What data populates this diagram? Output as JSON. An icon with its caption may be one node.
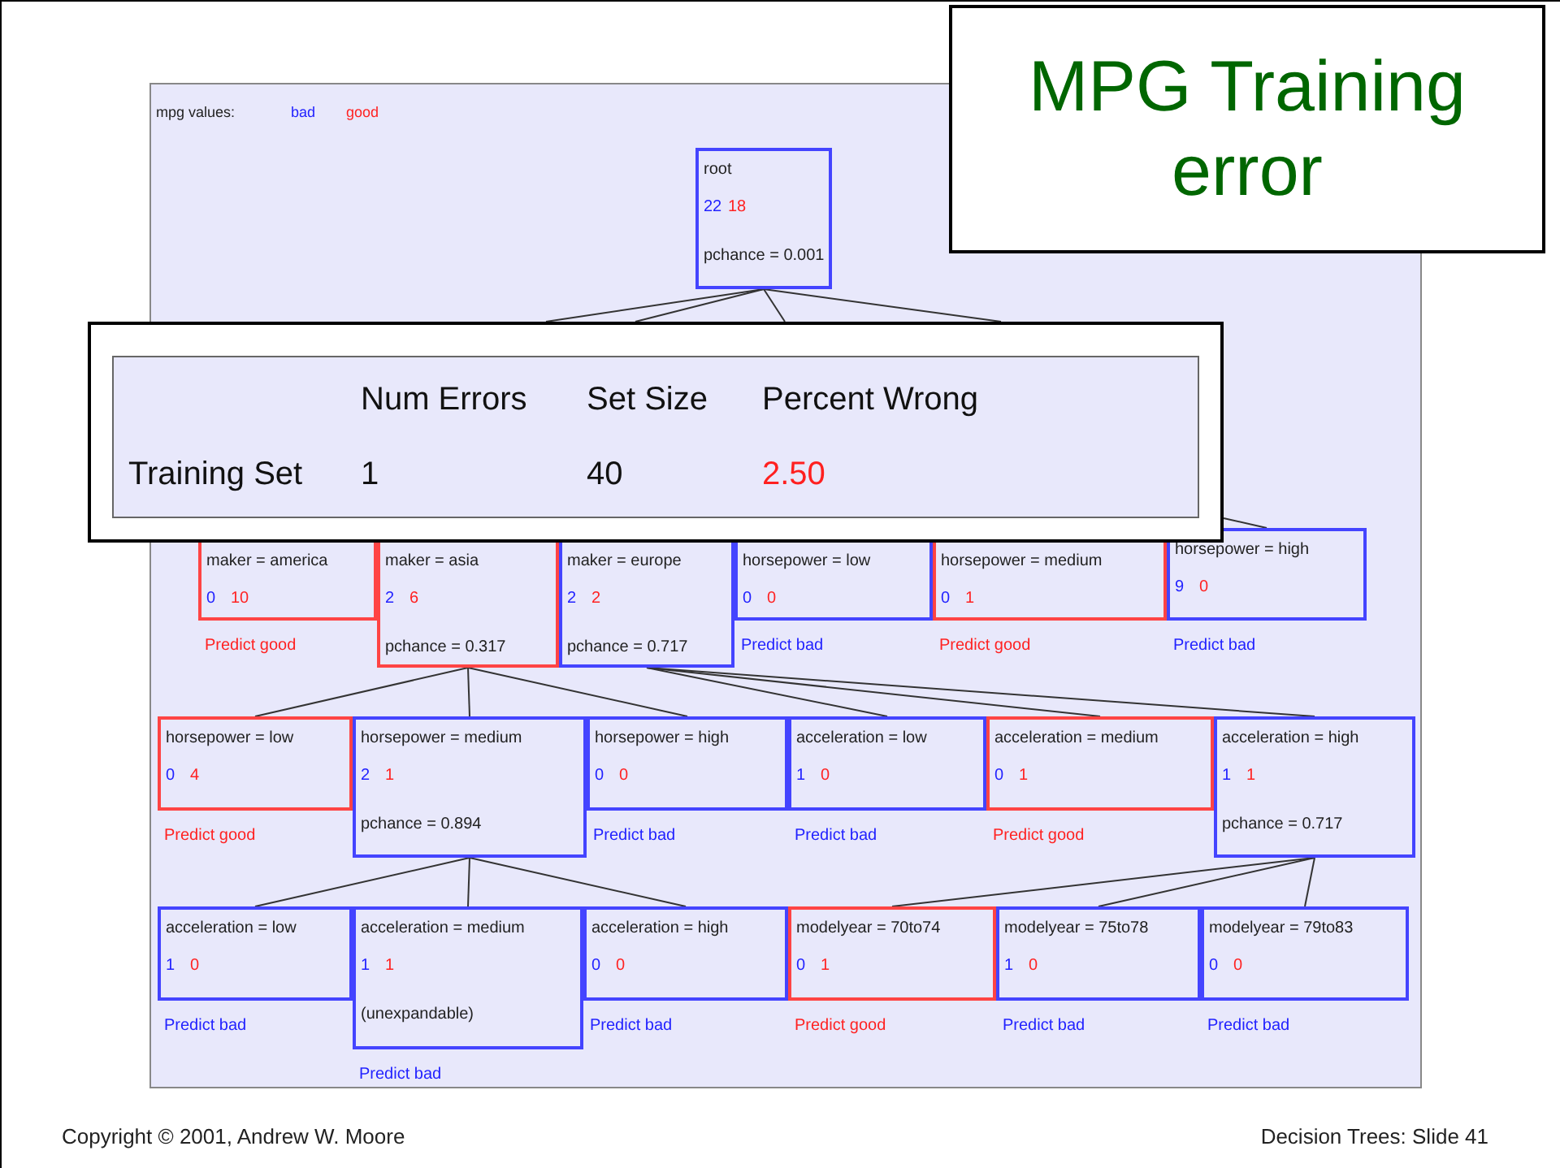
{
  "diagram": {
    "title": "MPG Training error",
    "nodes": [
      {
        "text": [
          "root",
          "22",
          "18",
          "pchance = 0.001"
        ]
      },
      {
        "text": [
          "maker = america",
          "0",
          "10"
        ],
        "beside": [
          "Predict good"
        ]
      },
      {
        "text": [
          "maker = asia",
          "2",
          "6",
          "pchance = 0.317"
        ]
      },
      {
        "text": [
          "maker = europe",
          "2",
          "2",
          "pchance = 0.717"
        ]
      },
      {
        "text": [
          "horsepower = low",
          "0",
          "0"
        ],
        "beside": [
          "Predict bad"
        ]
      },
      {
        "text": [
          "horsepower = medium",
          "0",
          "1"
        ],
        "beside": [
          "Predict good"
        ]
      },
      {
        "text": [
          "horsepower = high",
          "9",
          "0"
        ],
        "beside": [
          "Predict bad"
        ]
      },
      {
        "text": [
          "horsepower = low",
          "0",
          "4"
        ],
        "beside": [
          "Predict good"
        ]
      },
      {
        "text": [
          "horsepower = medium",
          "2",
          "1",
          "pchance = 0.894"
        ]
      },
      {
        "text": [
          "horsepower = high",
          "0",
          "0"
        ],
        "beside": [
          "Predict bad"
        ]
      },
      {
        "text": [
          "acceleration = low",
          "1",
          "0"
        ],
        "beside": [
          "Predict bad"
        ]
      },
      {
        "text": [
          "acceleration = medium",
          "0",
          "1"
        ],
        "beside": [
          "Predict good"
        ]
      },
      {
        "text": [
          "acceleration = high",
          "1",
          "1",
          "pchance = 0.717"
        ]
      },
      {
        "text": [
          "acceleration = low",
          "1",
          "0"
        ],
        "beside": [
          "Predict bad"
        ]
      },
      {
        "text": [
          "acceleration = medium",
          "1",
          "1",
          "(unexpandable)"
        ],
        "beside": [
          "Predict bad"
        ]
      },
      {
        "text": [
          "acceleration = high",
          "0",
          "0"
        ],
        "beside": [
          "Predict bad"
        ]
      },
      {
        "text": [
          "modelyear = 70to74",
          "0",
          "1"
        ],
        "beside": [
          "Predict good"
        ]
      },
      {
        "text": [
          "modelyear = 75to78",
          "1",
          "0"
        ],
        "beside": [
          "Predict bad"
        ]
      },
      {
        "text": [
          "modelyear = 79to83",
          "0",
          "0"
        ],
        "beside": [
          "Predict bad"
        ]
      },
      {
        "text": [
          "Num Errors",
          "Set Size",
          "Percent Wrong",
          "Training Set",
          "1",
          "40",
          "2.50"
        ]
      }
    ],
    "edges": [
      {
        "from": 0,
        "to": 19,
        "arrow": "none"
      },
      {
        "from": 0,
        "to": 19,
        "arrow": "none"
      },
      {
        "from": 0,
        "to": 19,
        "arrow": "none"
      },
      {
        "from": 0,
        "to": 19,
        "arrow": "none"
      },
      {
        "from": 19,
        "to": 6,
        "arrow": "none"
      },
      {
        "from": 2,
        "to": 7,
        "arrow": "none"
      },
      {
        "from": 2,
        "to": 8,
        "arrow": "none"
      },
      {
        "from": 2,
        "to": 9,
        "arrow": "none"
      },
      {
        "from": 3,
        "to": 10,
        "arrow": "none"
      },
      {
        "from": 3,
        "to": 11,
        "arrow": "none"
      },
      {
        "from": 3,
        "to": 12,
        "arrow": "none"
      },
      {
        "from": 8,
        "to": 13,
        "arrow": "none"
      },
      {
        "from": 8,
        "to": 14,
        "arrow": "none"
      },
      {
        "from": 8,
        "to": 15,
        "arrow": "none"
      },
      {
        "from": 12,
        "to": 16,
        "arrow": "none"
      },
      {
        "from": 12,
        "to": 17,
        "arrow": "none"
      },
      {
        "from": 12,
        "to": 18,
        "arrow": "none"
      }
    ],
    "labels": [
      "mpg values:",
      "Copyright © 2001, Andrew W. Moore",
      "Decision Trees: Slide 41"
    ],
    "legend": [
      {
        "text": "bad",
        "color": "#2222ff"
      },
      {
        "text": "good",
        "color": "#ff2222"
      }
    ]
  }
}
